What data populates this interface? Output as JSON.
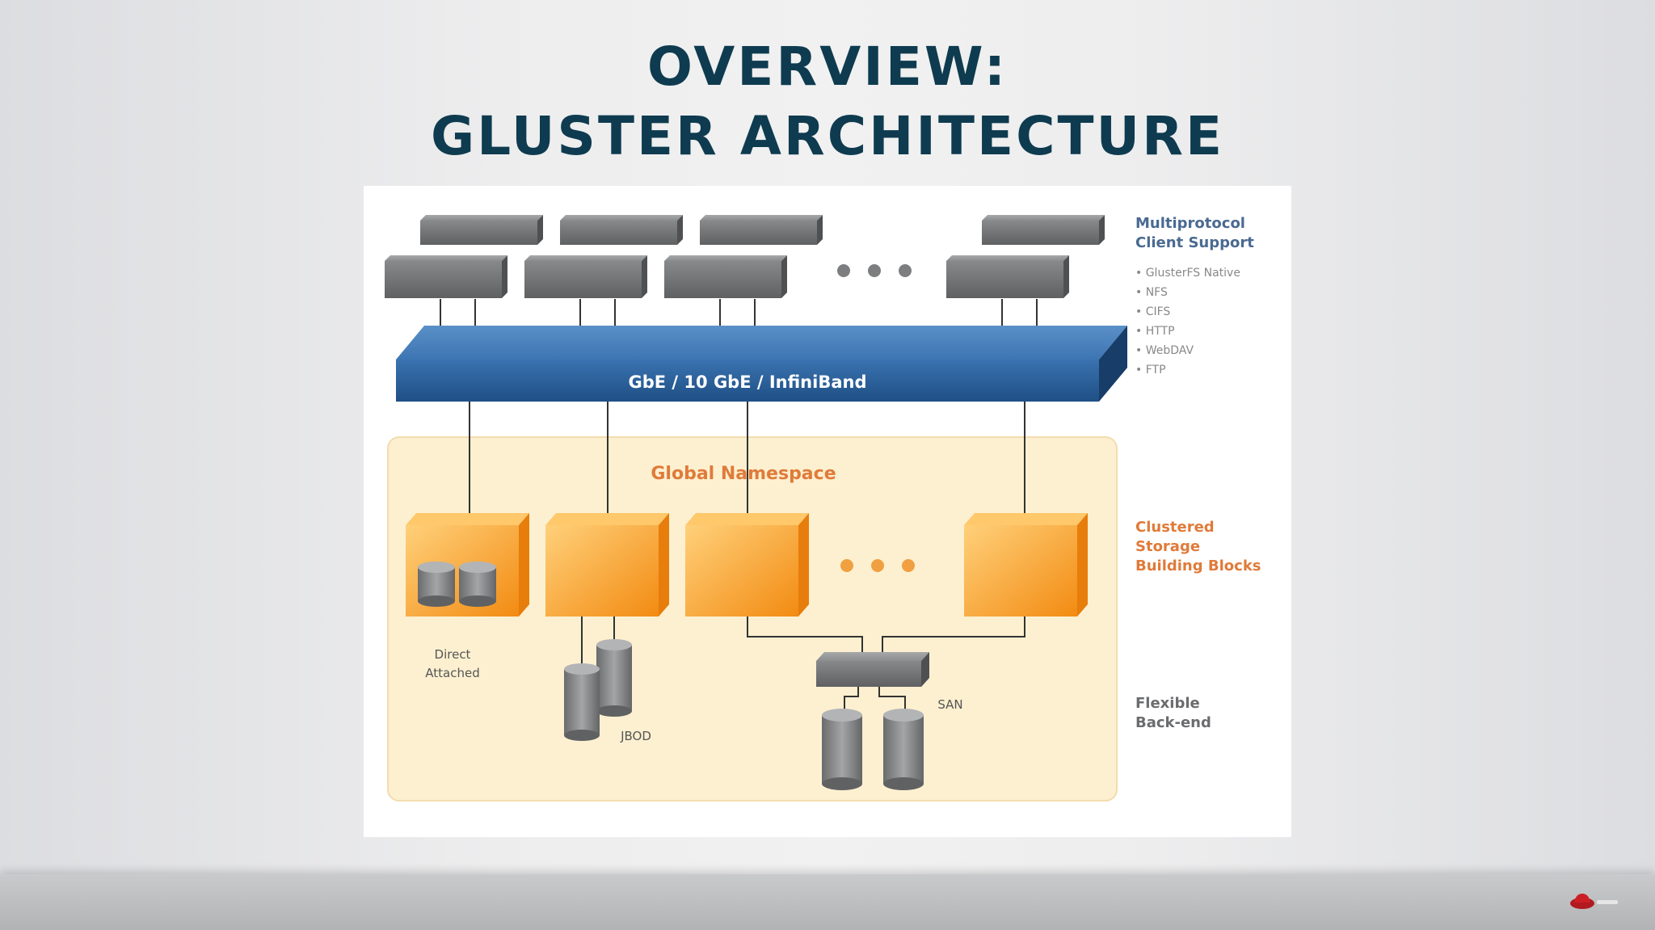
{
  "slide": {
    "title_line1": "OVERVIEW:",
    "title_line2": "GLUSTER ARCHITECTURE"
  },
  "diagram": {
    "network_label": "GbE / 10 GbE / InfiniBand",
    "namespace_label": "Global Namespace",
    "client_support_title": [
      "Multiprotocol",
      "Client Support"
    ],
    "protocols": [
      "• GlusterFS Native",
      "• NFS",
      "• CIFS",
      "• HTTP",
      "• WebDAV",
      "• FTP"
    ],
    "storage_blocks_title": [
      "Clustered",
      "Storage",
      "Building Blocks"
    ],
    "backend_title": [
      "Flexible",
      "Back-end"
    ],
    "direct_attached_label": [
      "Direct",
      "Attached"
    ],
    "jbod_label": "JBOD",
    "san_label": "SAN",
    "colors": {
      "title": "#0e3b4f",
      "network": "#2f6aa6",
      "namespace_bg": "#fdf0d0",
      "block": "#f59a1f",
      "orange_text": "#e07b3a",
      "blue_text": "#4a6a92",
      "device": "#7d7e80"
    }
  }
}
